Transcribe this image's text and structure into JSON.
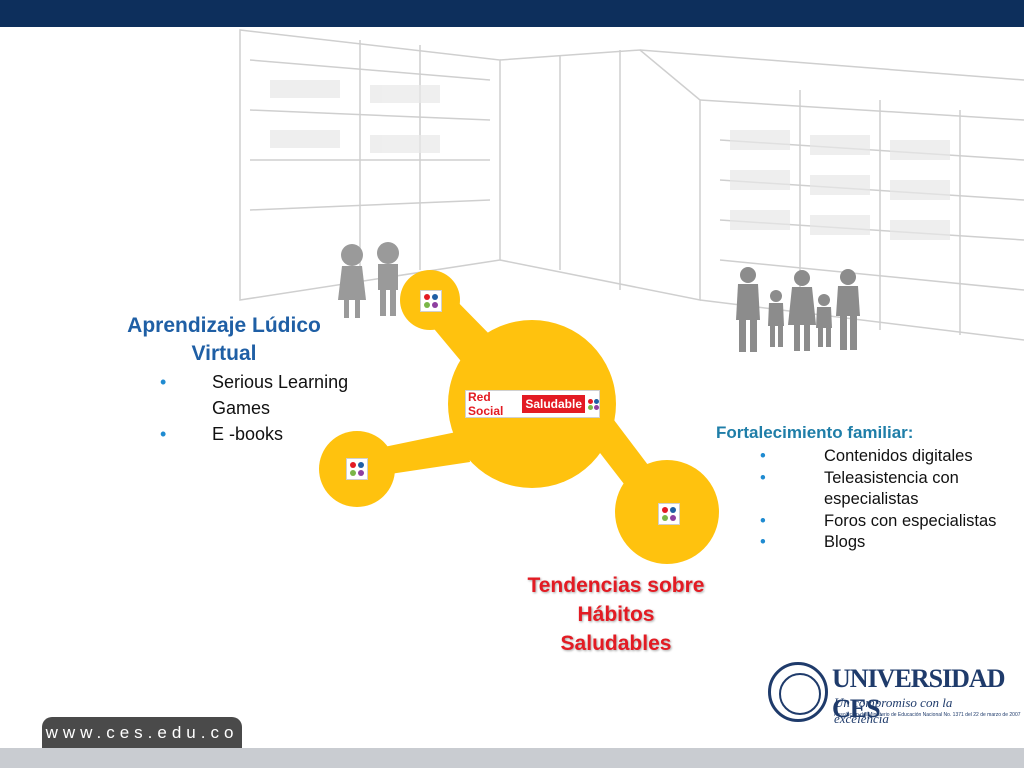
{
  "website_url": "www.ces.edu.co",
  "center_logo": {
    "part1": "Red Social",
    "part2": "Saludable"
  },
  "left_block": {
    "title_line1": "Aprendizaje Lúdico",
    "title_line2": "Virtual",
    "items": [
      "Serious Learning Games",
      "E -books"
    ]
  },
  "right_block": {
    "title": "Fortalecimiento familiar:",
    "items": [
      "Contenidos digitales",
      "Teleasistencia con especialistas",
      "Foros con especialistas",
      "Blogs"
    ]
  },
  "bottom_block": {
    "line1": "Tendencias sobre",
    "line2": "Hábitos",
    "line3": "Saludables"
  },
  "university_logo": {
    "name": "UNIVERSIDAD CES",
    "slogan": "Un compromiso con la excelencia",
    "note": "Resolución del Ministerio de Educación Nacional No. 1371 del 22 de marzo de 2007"
  },
  "colors": {
    "header_bar": "#0d2f5c",
    "hub_yellow": "#ffc20e",
    "left_title": "#1f5fa5",
    "right_title": "#1f7ea8",
    "bottom_title": "#e31b23"
  },
  "icons": [
    "family-silhouette-icon",
    "children-silhouette-icon",
    "app-dots-icon"
  ]
}
